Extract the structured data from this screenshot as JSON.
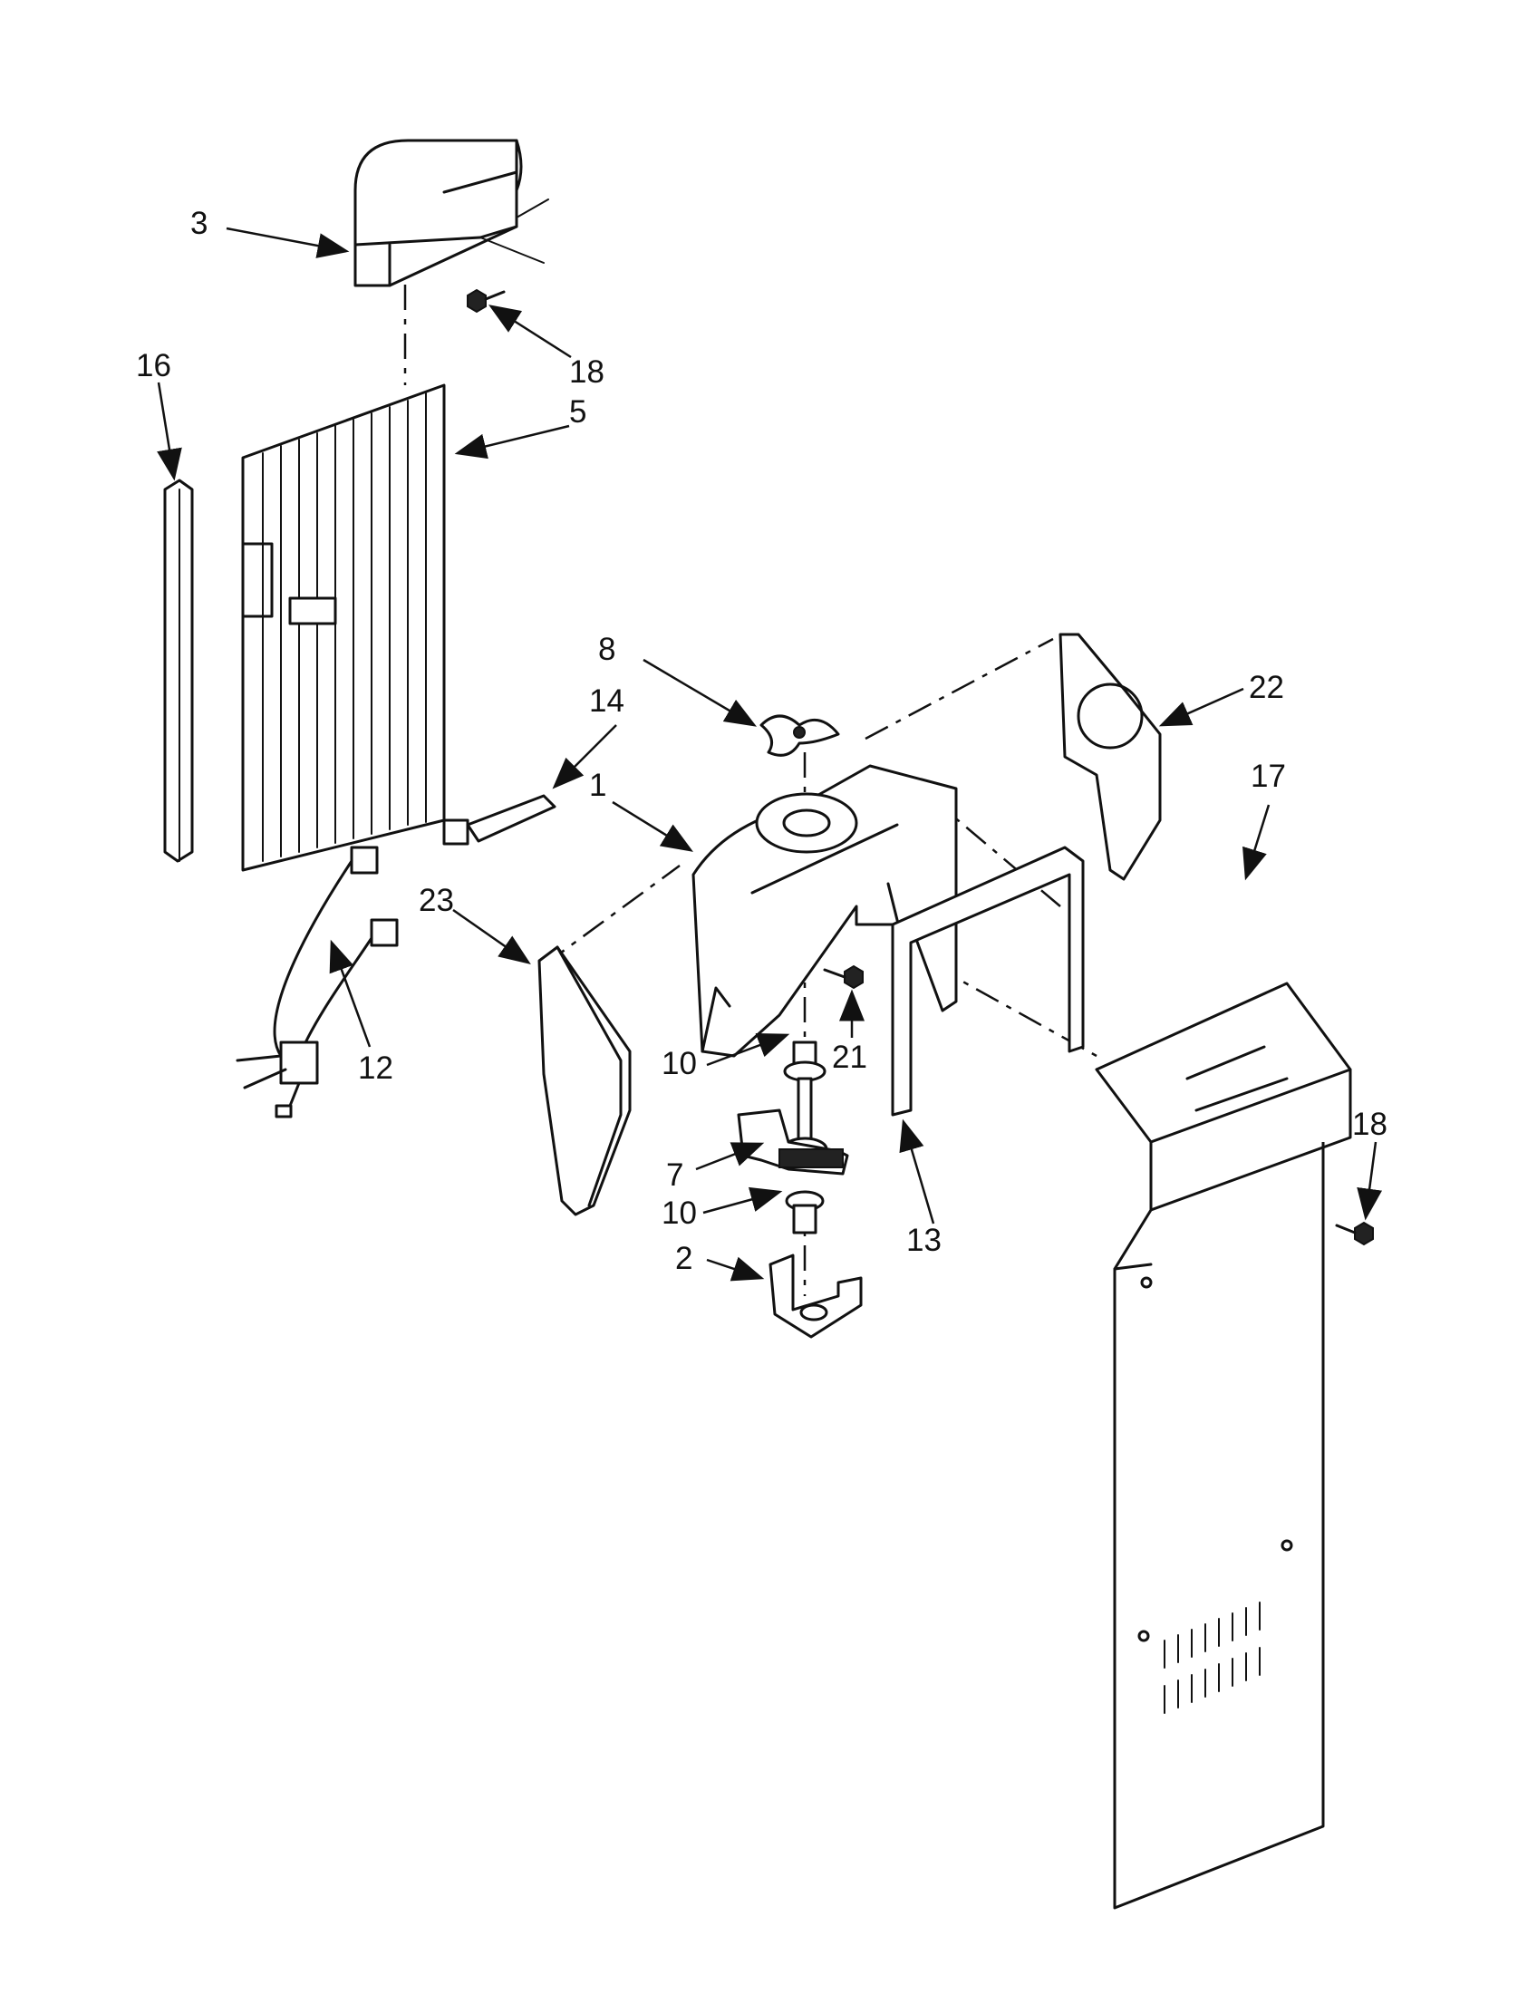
{
  "callouts": {
    "c3": "3",
    "c18a": "18",
    "c16": "16",
    "c5": "5",
    "c8": "8",
    "c14": "14",
    "c1": "1",
    "c22": "22",
    "c17": "17",
    "c23": "23",
    "c10a": "10",
    "c21": "21",
    "c12": "12",
    "c7": "7",
    "c10b": "10",
    "c13": "13",
    "c18b": "18",
    "c2": "2"
  }
}
